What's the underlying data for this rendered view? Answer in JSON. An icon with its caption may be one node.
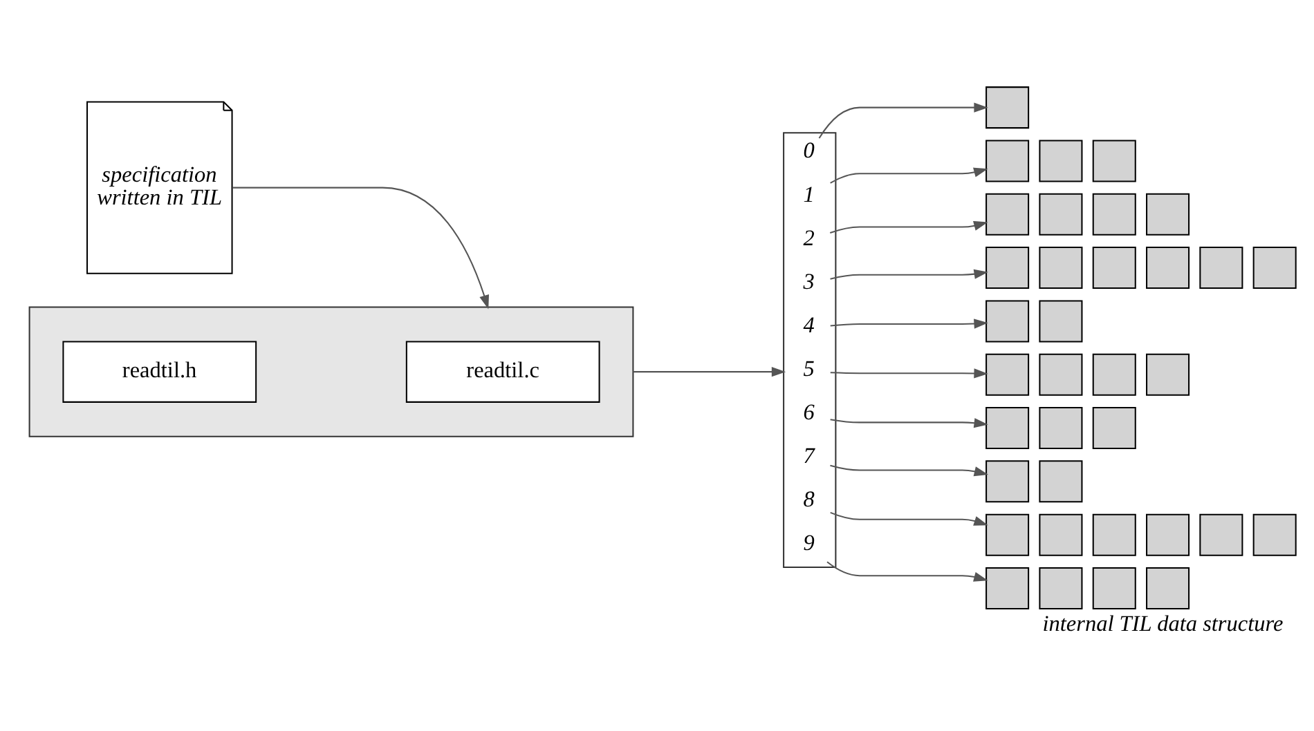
{
  "diagram": {
    "caption": "internal TIL data structure",
    "nodes": [
      {
        "text": [
          "specification written in TIL"
        ]
      },
      {
        "text": [],
        "shape": "box"
      },
      {
        "text": [
          "readtil.h"
        ],
        "in": 1
      },
      {
        "text": [
          "readtil.c"
        ],
        "in": 1
      },
      {
        "text": [],
        "shape": "box"
      },
      {
        "text": [
          "0"
        ],
        "in": 4
      },
      {
        "text": [
          "1"
        ],
        "in": 4
      },
      {
        "text": [
          "2"
        ],
        "in": 4
      },
      {
        "text": [
          "3"
        ],
        "in": 4
      },
      {
        "text": [
          "4"
        ],
        "in": 4
      },
      {
        "text": [
          "5"
        ],
        "in": 4
      },
      {
        "text": [
          "6"
        ],
        "in": 4
      },
      {
        "text": [
          "7"
        ],
        "in": 4
      },
      {
        "text": [
          "8"
        ],
        "in": 4
      },
      {
        "text": [
          "9"
        ],
        "in": 4
      },
      {
        "text": [],
        "shape": "box"
      },
      {
        "text": [],
        "shape": "box"
      },
      {
        "text": [],
        "shape": "box"
      },
      {
        "text": [],
        "shape": "box"
      },
      {
        "text": [],
        "shape": "box"
      },
      {
        "text": [],
        "shape": "box"
      },
      {
        "text": [],
        "shape": "box"
      },
      {
        "text": [],
        "shape": "box"
      },
      {
        "text": [],
        "shape": "box"
      },
      {
        "text": [],
        "shape": "box"
      },
      {
        "text": [],
        "shape": "box"
      },
      {
        "text": [],
        "shape": "box"
      },
      {
        "text": [],
        "shape": "box"
      },
      {
        "text": [],
        "shape": "box"
      },
      {
        "text": [],
        "shape": "box"
      },
      {
        "text": [],
        "shape": "box"
      },
      {
        "text": [],
        "shape": "box"
      },
      {
        "text": [],
        "shape": "box"
      },
      {
        "text": [],
        "shape": "box"
      },
      {
        "text": [],
        "shape": "box"
      },
      {
        "text": [],
        "shape": "box"
      },
      {
        "text": [],
        "shape": "box"
      },
      {
        "text": [],
        "shape": "box"
      },
      {
        "text": [],
        "shape": "box"
      },
      {
        "text": [],
        "shape": "box"
      },
      {
        "text": [],
        "shape": "box"
      },
      {
        "text": [],
        "shape": "box"
      },
      {
        "text": [],
        "shape": "box"
      },
      {
        "text": [],
        "shape": "box"
      },
      {
        "text": [],
        "shape": "box"
      },
      {
        "text": [],
        "shape": "box"
      },
      {
        "text": [],
        "shape": "box"
      },
      {
        "text": [],
        "shape": "box"
      },
      {
        "text": [],
        "shape": "box"
      },
      {
        "text": [],
        "shape": "box"
      }
    ],
    "edges": [
      {
        "from": 0,
        "to": 1,
        "arrow": "to"
      },
      {
        "from": 1,
        "to": 4,
        "arrow": "to"
      },
      {
        "from": 5,
        "to": 15,
        "arrow": "to"
      },
      {
        "from": 6,
        "to": 16,
        "arrow": "to"
      },
      {
        "from": 7,
        "to": 19,
        "arrow": "to"
      },
      {
        "from": 8,
        "to": 23,
        "arrow": "to"
      },
      {
        "from": 9,
        "to": 29,
        "arrow": "to"
      },
      {
        "from": 10,
        "to": 31,
        "arrow": "to"
      },
      {
        "from": 11,
        "to": 35,
        "arrow": "to"
      },
      {
        "from": 12,
        "to": 38,
        "arrow": "to"
      },
      {
        "from": 13,
        "to": 40,
        "arrow": "to"
      },
      {
        "from": 14,
        "to": 46,
        "arrow": "to"
      }
    ]
  }
}
